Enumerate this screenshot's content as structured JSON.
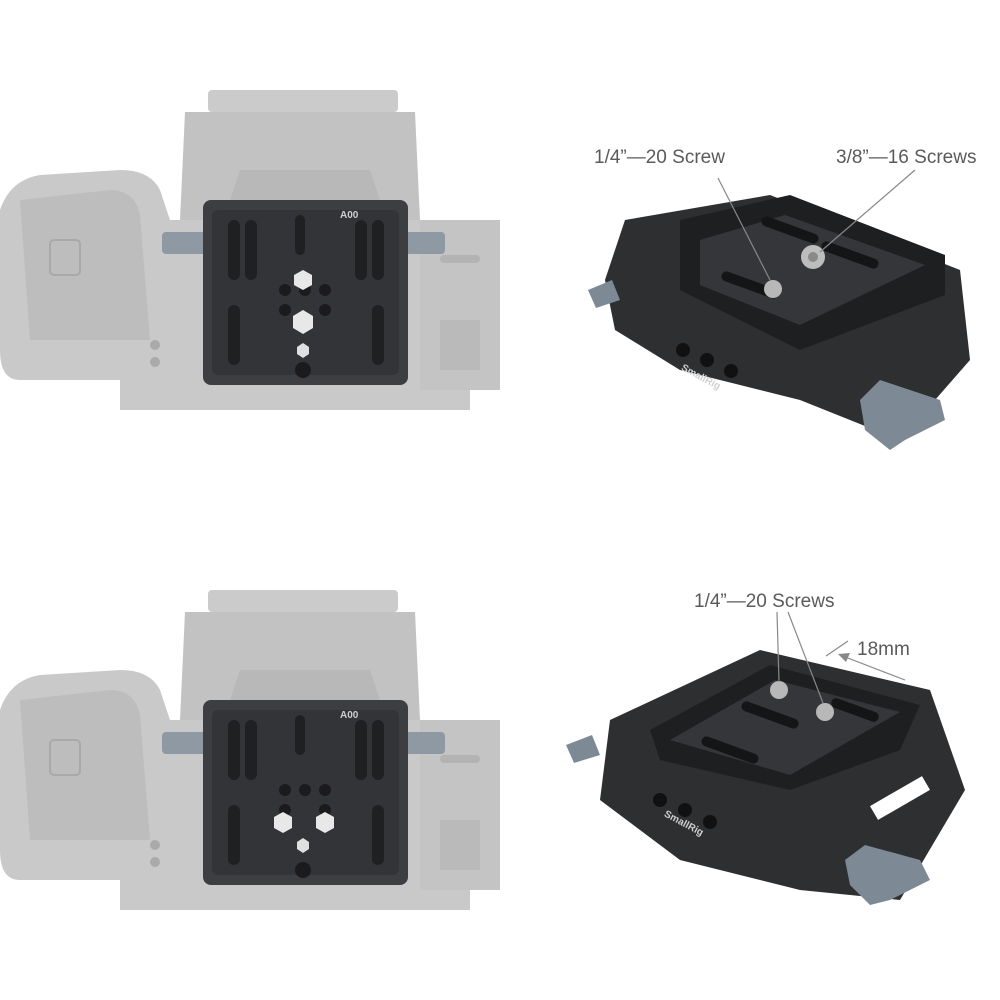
{
  "top": {
    "label_left": "1/4”—20 Screw",
    "label_right": "3/8”—16 Screws",
    "logo": "SmallRig"
  },
  "bottom": {
    "label_screws": "1/4”—20 Screws",
    "label_offset": "18mm",
    "logo": "SmallRig"
  },
  "colors": {
    "camera_gray": "#c4c4c4",
    "plate_dark": "#2b2c2e",
    "knob_blue_gray": "#7d8a96",
    "label_text": "#5a5a5a"
  }
}
